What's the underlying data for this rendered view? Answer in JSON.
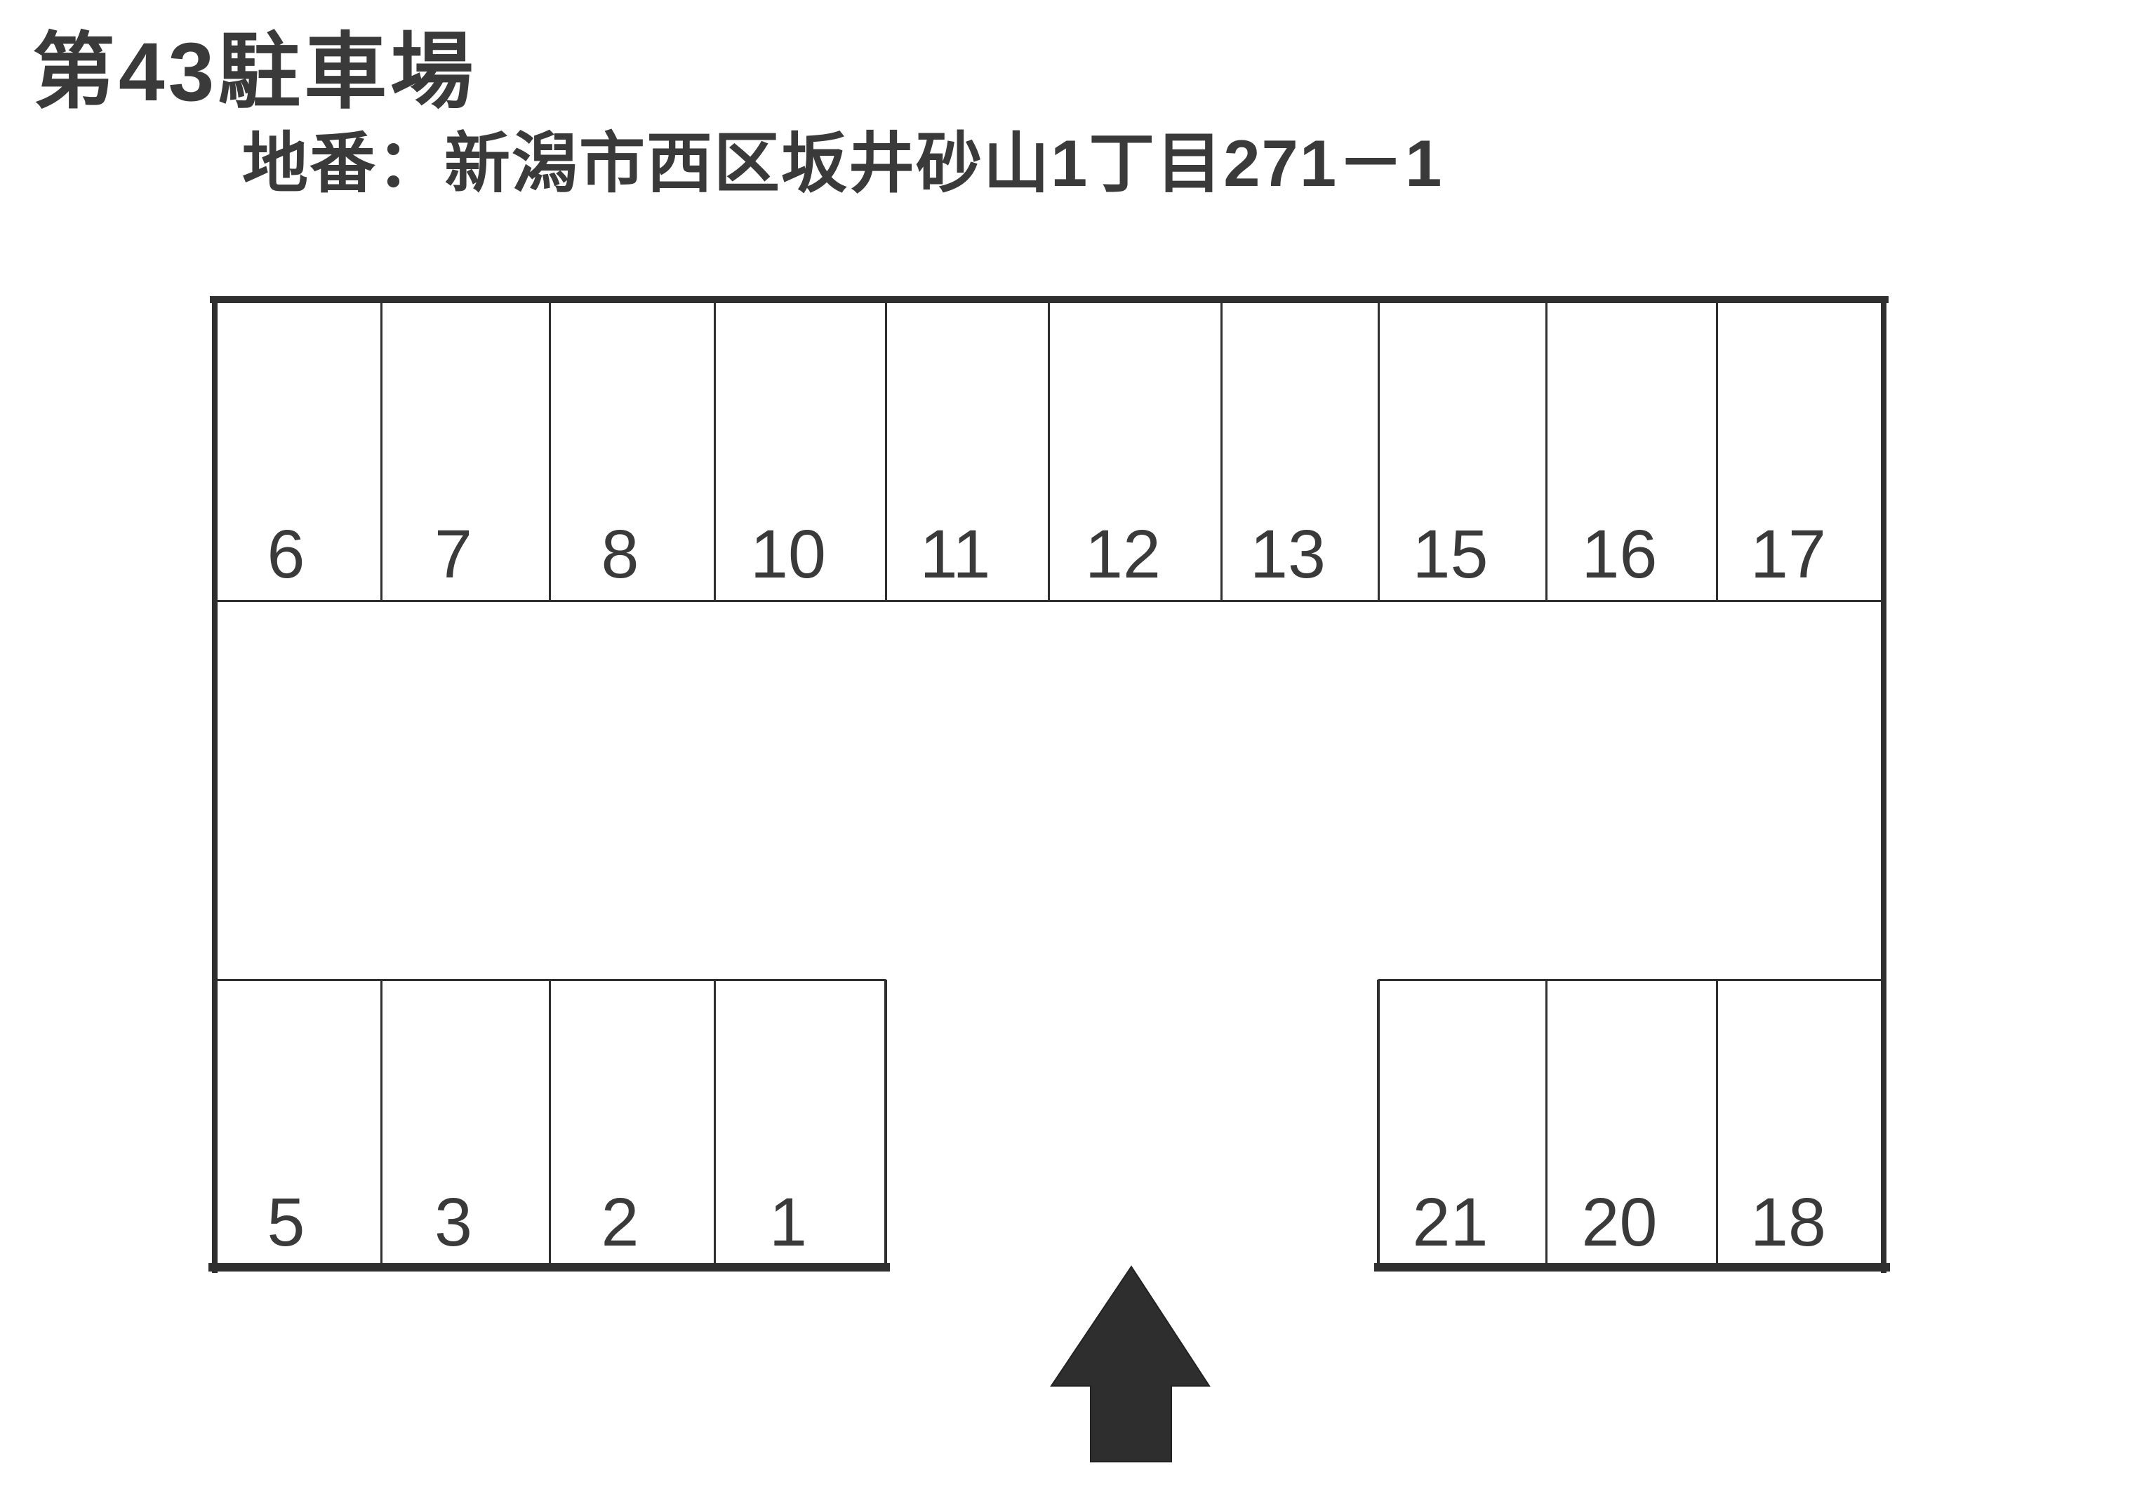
{
  "page": {
    "title": "第43駐車場",
    "subtitle": "地番：新潟市西区坂井砂山1丁目271－1"
  },
  "parking_lot": {
    "top_row_spaces": [
      "6",
      "7",
      "8",
      "10",
      "11",
      "12",
      "13",
      "15",
      "16",
      "17"
    ],
    "bottom_left_spaces": [
      "5",
      "3",
      "2",
      "1"
    ],
    "bottom_right_spaces": [
      "21",
      "20",
      "18"
    ],
    "entrance_arrow_icon": "up-arrow"
  },
  "colors": {
    "line": "#2f2f2f",
    "text": "#3a3a3a",
    "arrow_fill": "#2e2e2e",
    "background": "#ffffff"
  }
}
